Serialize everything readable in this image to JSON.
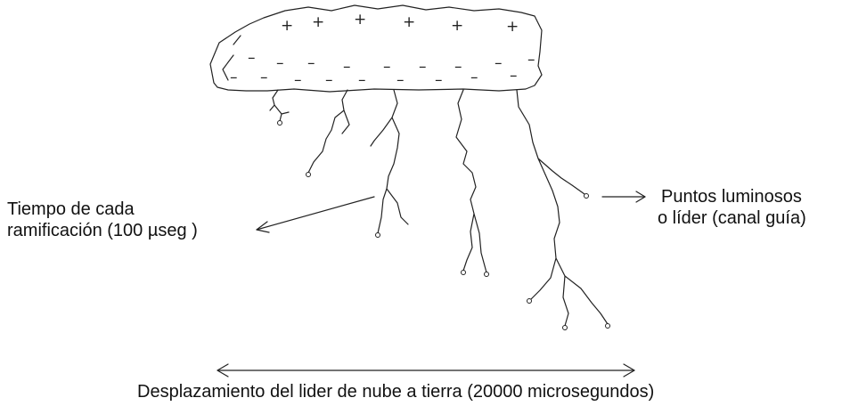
{
  "labels": {
    "branch_time_line1": "Tiempo de cada",
    "branch_time_line2": "ramificación (100  µseg )",
    "luminous_line1": "Puntos luminosos",
    "luminous_line2": "o líder (canal guía)",
    "displacement": "Desplazamiento del lider de nube a tierra  (20000 microsegundos)"
  },
  "cloud": {
    "positive_sign": "+",
    "negative_sign": "–"
  }
}
